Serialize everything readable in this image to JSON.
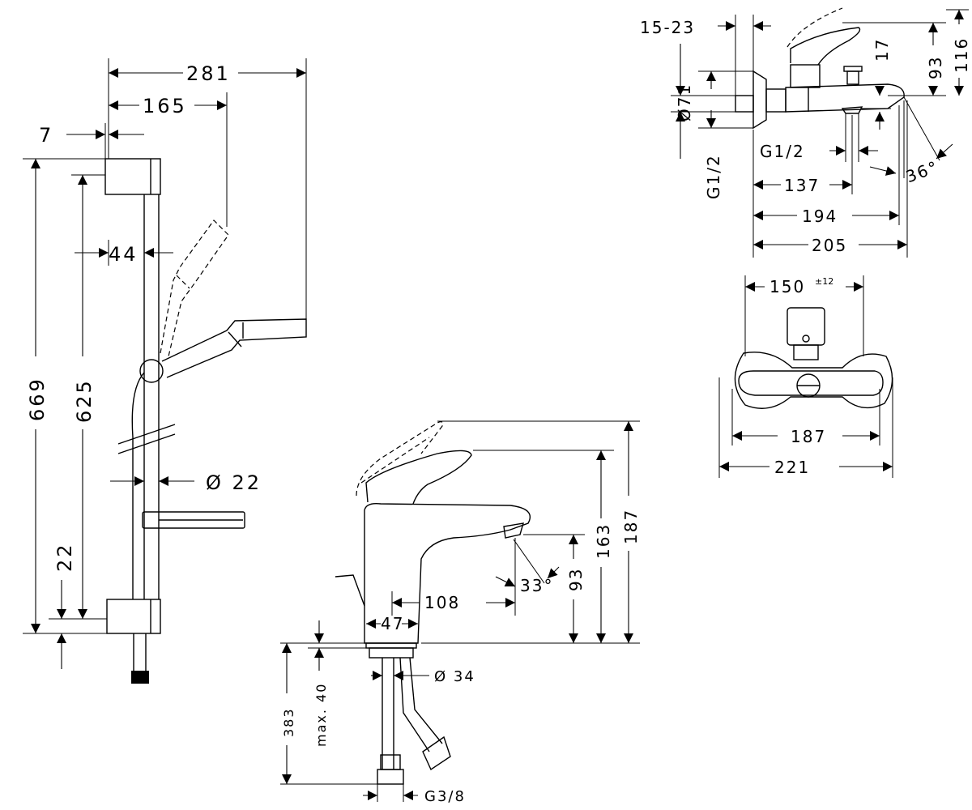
{
  "shower_set": {
    "width_281": "281",
    "width_165": "165",
    "offset_7": "7",
    "spacing_44": "44",
    "height_669": "669",
    "height_625": "625",
    "bottom_22": "22",
    "diameter_22": "Ø 22"
  },
  "basin_mixer": {
    "height_187": "187",
    "height_163": "163",
    "height_93": "93",
    "angle_33": "33°",
    "reach_108": "108",
    "base_47": "47",
    "thickness_max40": "max. 40",
    "hose_383": "383",
    "diameter_34": "Ø 34",
    "thread_g38": "G3/8"
  },
  "bath_mixer": {
    "adjust_15_23": "15-23",
    "height_93": "93",
    "height_116": "116",
    "drop_17": "17",
    "diameter_71": "Ø71",
    "thread_g12_vertical": "G1/2",
    "thread_g12": "G1/2",
    "angle_36": "36°",
    "length_137": "137",
    "length_194": "194",
    "length_205": "205"
  },
  "bath_front": {
    "spacing_150": "150",
    "tolerance": "±12",
    "width_187": "187",
    "width_221": "221"
  }
}
